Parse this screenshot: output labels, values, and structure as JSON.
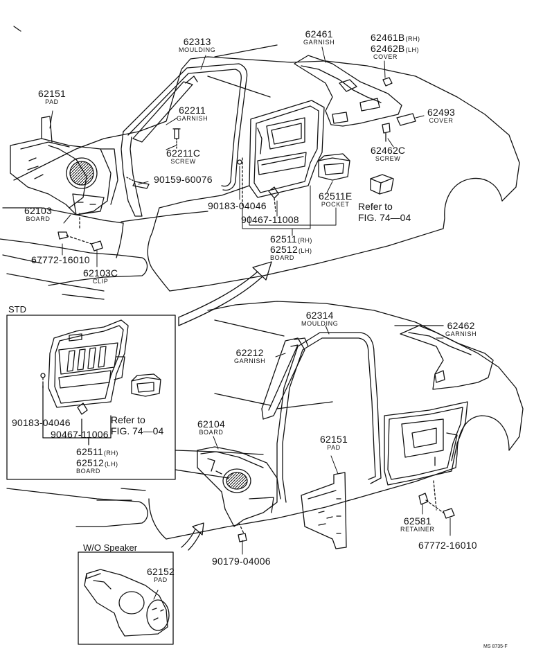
{
  "parts": {
    "p62151_top": {
      "number": "62151",
      "name": "PAD"
    },
    "p62313": {
      "number": "62313",
      "name": "MOULDING"
    },
    "p62461": {
      "number": "62461",
      "name": "GARNISH"
    },
    "p62461b": {
      "number": "62461B",
      "suffix": "(RH)"
    },
    "p62462b": {
      "number": "62462B",
      "suffix": "(LH)",
      "name": "COVER"
    },
    "p62211": {
      "number": "62211",
      "name": "GARNISH"
    },
    "p62493": {
      "number": "62493",
      "name": "COVER"
    },
    "p62211c": {
      "number": "62211C",
      "name": "SCREW"
    },
    "p62462c": {
      "number": "62462C",
      "name": "SCREW"
    },
    "p90159": {
      "number": "90159-60076"
    },
    "p90183_top": {
      "number": "90183-04046"
    },
    "p62511e": {
      "number": "62511E",
      "name": "POCKET"
    },
    "p62103": {
      "number": "62103",
      "name": "BOARD"
    },
    "p90467_top": {
      "number": "90467-11008"
    },
    "p62511_top": {
      "number": "62511",
      "suffix": "(RH)"
    },
    "p62512_top": {
      "number": "62512",
      "suffix": "(LH)",
      "name": "BOARD"
    },
    "p67772_top": {
      "number": "67772-16010"
    },
    "p62103c": {
      "number": "62103C",
      "name": "CLIP"
    },
    "p62314": {
      "number": "62314",
      "name": "MOULDING"
    },
    "p62462": {
      "number": "62462",
      "name": "GARNISH"
    },
    "p62212": {
      "number": "62212",
      "name": "GARNISH"
    },
    "p90183_std": {
      "number": "90183-04046"
    },
    "p90467_std": {
      "number": "90467-11006"
    },
    "p62511_std": {
      "number": "62511",
      "suffix": "(RH)"
    },
    "p62512_std": {
      "number": "62512",
      "suffix": "(LH)",
      "name": "BOARD"
    },
    "p62104": {
      "number": "62104",
      "name": "BOARD"
    },
    "p62151_bottom": {
      "number": "62151",
      "name": "PAD"
    },
    "p62581": {
      "number": "62581",
      "name": "RETAINER"
    },
    "p67772_bottom": {
      "number": "67772-16010"
    },
    "p90179": {
      "number": "90179-04006"
    },
    "p62152": {
      "number": "62152",
      "name": "PAD"
    }
  },
  "refs": {
    "top": {
      "line1": "Refer to",
      "line2": "FIG. 74—04"
    },
    "std": {
      "line1": "Refer to",
      "line2": "FIG. 74—04"
    }
  },
  "boxes": {
    "std": "STD",
    "wo_speaker": "W/O Speaker"
  },
  "drawing_code": "MS 8735-F",
  "colors": {
    "ink": "#111111",
    "paper": "#ffffff"
  }
}
